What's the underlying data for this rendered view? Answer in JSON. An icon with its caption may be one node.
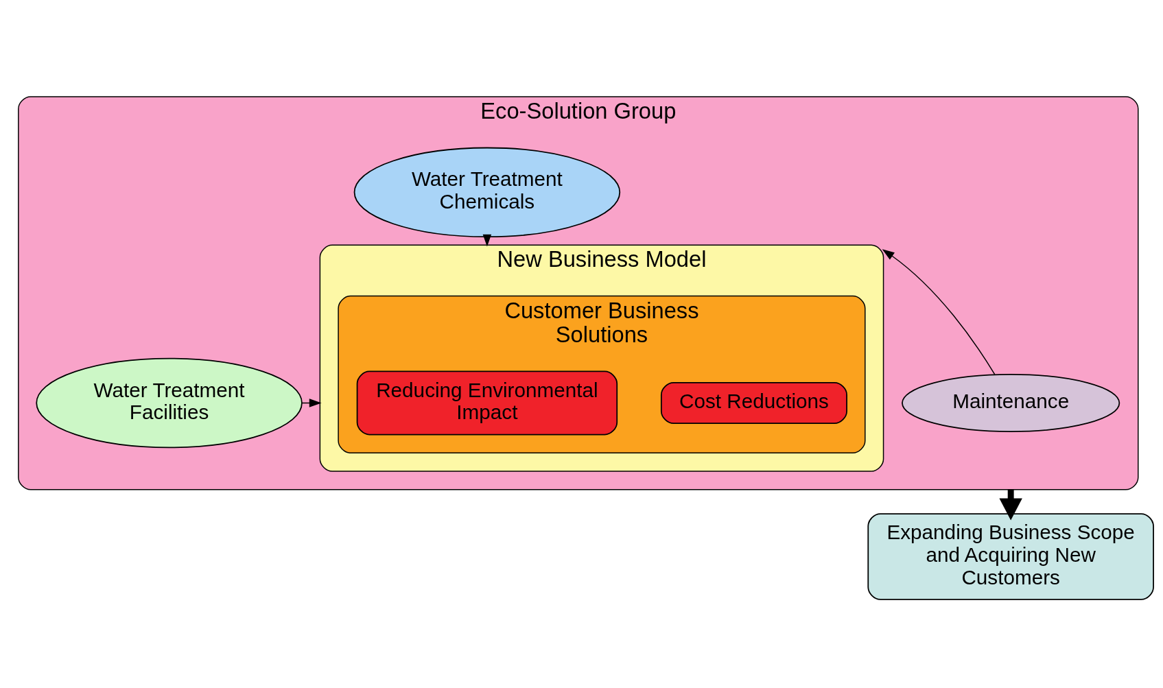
{
  "diagram": {
    "nodes": [
      {
        "text": [
          "Eco-Solution Group"
        ]
      },
      {
        "text": [
          "Water Treatment Chemicals"
        ],
        "in": 0
      },
      {
        "text": [
          "Water Treatment Facilities"
        ],
        "in": 0
      },
      {
        "text": [
          "New Business Model"
        ],
        "in": 0
      },
      {
        "text": [
          "Customer Business Solutions"
        ],
        "in": 3
      },
      {
        "text": [
          "Cost Reductions"
        ],
        "in": 4
      },
      {
        "text": [
          "Reducing Environmental Impact"
        ],
        "in": 4
      },
      {
        "text": [
          "Maintenance"
        ],
        "in": 0
      },
      {
        "text": [
          "Expanding Business Scope and Acquiring New Customers"
        ]
      }
    ],
    "edges": [
      {
        "from": 1,
        "to": 3,
        "arrow": "to"
      },
      {
        "from": 2,
        "to": 3,
        "arrow": "to"
      },
      {
        "from": 7,
        "to": 3,
        "arrow": "to"
      },
      {
        "from": 0,
        "to": 8,
        "arrow": "to",
        "style": "thick"
      }
    ]
  }
}
